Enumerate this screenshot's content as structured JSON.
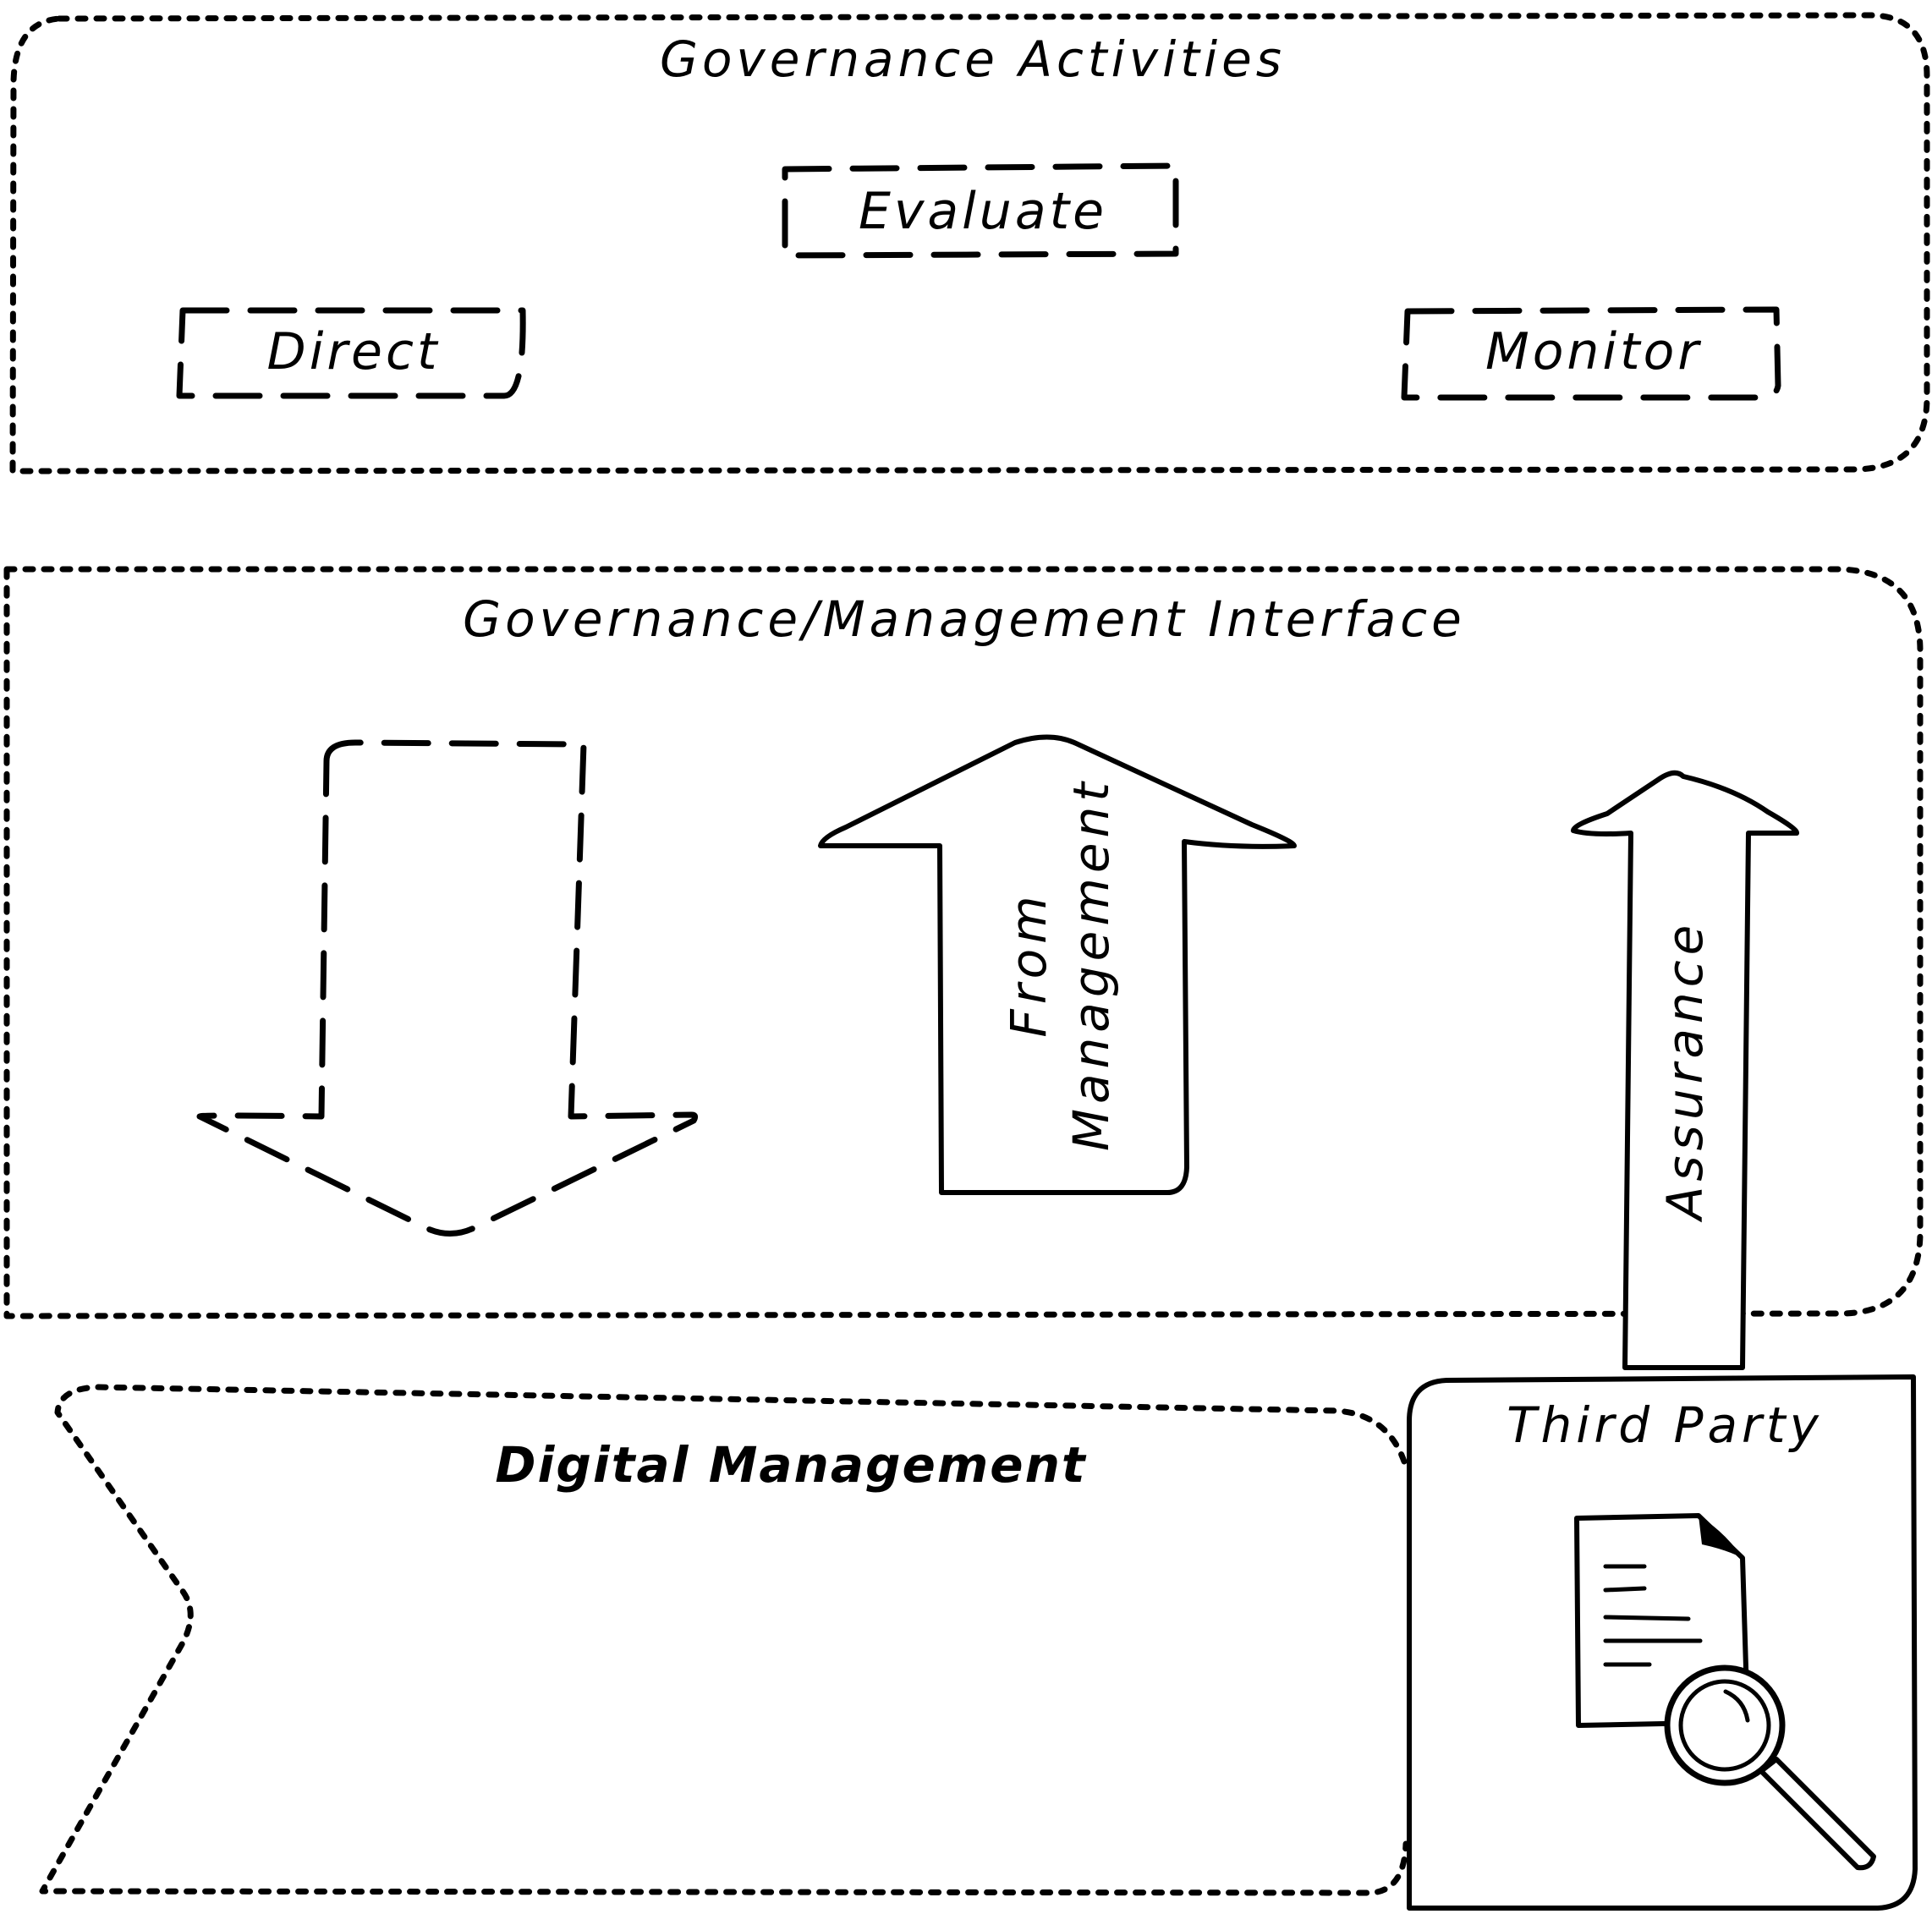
{
  "governance": {
    "title": "Governance Activities",
    "evaluate": "Evaluate",
    "direct": "Direct",
    "monitor": "Monitor"
  },
  "interface": {
    "title": "Governance/Management Interface",
    "from_management_line1": "From",
    "from_management_line2": "Management",
    "assurance": "Assurance"
  },
  "management": {
    "title": "Digital Management"
  },
  "third_party": {
    "title": "Third Party",
    "icon": "document-search-icon"
  }
}
